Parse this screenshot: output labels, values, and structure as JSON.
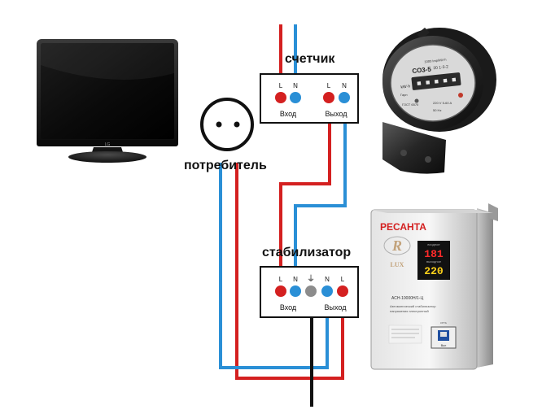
{
  "meter": {
    "title": "счетчик",
    "terminals": [
      "L",
      "N",
      "L",
      "N"
    ],
    "input_label": "Вход",
    "output_label": "Выход",
    "device": {
      "model": "СО3-5",
      "serial": "30 1-3-2",
      "top_text": "1000 Imp/kW·h",
      "kwh_label": "kW·h",
      "terminal_label": "Гарп",
      "spec1": "ГОСТ 6570",
      "spec2": "220 V 5-60 A",
      "spec3": "50 Hz"
    }
  },
  "consumer": {
    "title": "потребитель"
  },
  "stabilizer": {
    "title": "стабилизатор",
    "terminals": [
      "L",
      "N",
      "⏚",
      "N",
      "L"
    ],
    "input_label": "Вход",
    "output_label": "Выход",
    "device": {
      "brand": "РЕСАНТА",
      "logo_letter": "R",
      "series": "LUX",
      "display_top": "181",
      "display_bottom": "220",
      "display_top_label": "входное",
      "display_bottom_label": "выходное",
      "model_text": "АСН-10000Н/1-Ц",
      "desc": "Автоматический стабилизатор",
      "desc2": "напряжения электронный",
      "switch_label": "Вкл",
      "power_label": "сеть"
    }
  },
  "tv": {
    "brand": "LG"
  },
  "colors": {
    "phase": "#d42020",
    "neutral": "#2a8fd6",
    "ground_wire": "#111111",
    "ground_terminal": "#8c8c8c",
    "background": "#ffffff"
  }
}
